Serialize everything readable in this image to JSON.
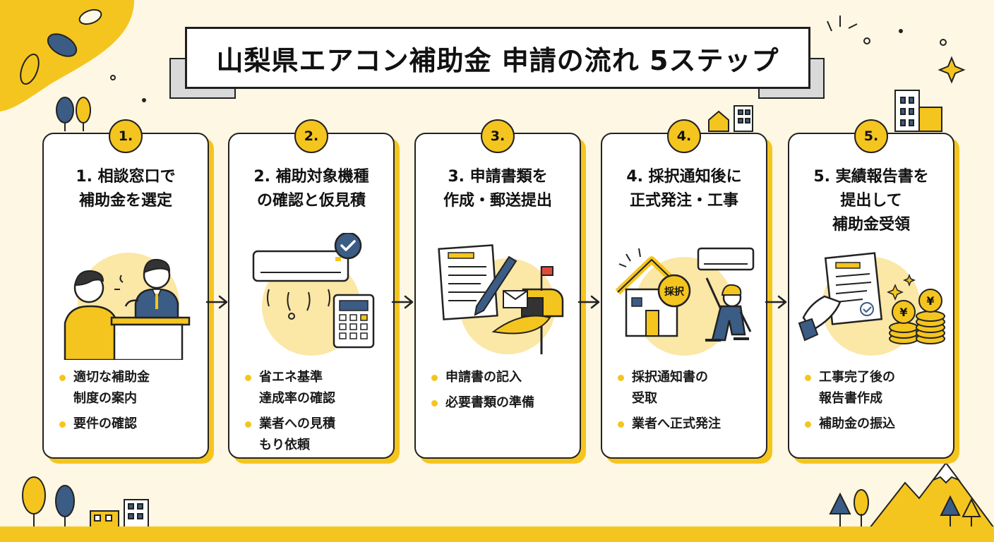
{
  "title": "山梨県エアコン補助金 申請の流れ 5ステップ",
  "colors": {
    "accent": "#f5c51f",
    "ink": "#222222",
    "background": "#fdf7e3",
    "navy": "#3b5c85"
  },
  "steps": [
    {
      "badge": "1.",
      "title": "1. 相談窓口で\n補助金を選定",
      "icon": "consultation-icon",
      "bullets": [
        "適切な補助金\n制度の案内",
        "要件の確認"
      ]
    },
    {
      "badge": "2.",
      "title": "2. 補助対象機種\nの確認と仮見積",
      "icon": "air-conditioner-calculator-icon",
      "bullets": [
        "省エネ基準\n達成率の確認",
        "業者への見積\nもり依頼"
      ]
    },
    {
      "badge": "3.",
      "title": "3. 申請書類を\n作成・郵送提出",
      "icon": "document-mailbox-icon",
      "bullets": [
        "申請書の記入",
        "必要書類の準備"
      ]
    },
    {
      "badge": "4.",
      "title": "4. 採択通知後に\n正式発注・工事",
      "icon": "house-worker-icon",
      "bullets": [
        "採択通知書の\n受取",
        "業者へ正式発注"
      ]
    },
    {
      "badge": "5.",
      "title": "5. 実績報告書を\n提出して\n補助金受領",
      "icon": "report-coins-icon",
      "bullets": [
        "工事完了後の\n報告書作成",
        "補助金の振込"
      ]
    }
  ],
  "step4_stamp": "採択",
  "coin_mark": "¥"
}
